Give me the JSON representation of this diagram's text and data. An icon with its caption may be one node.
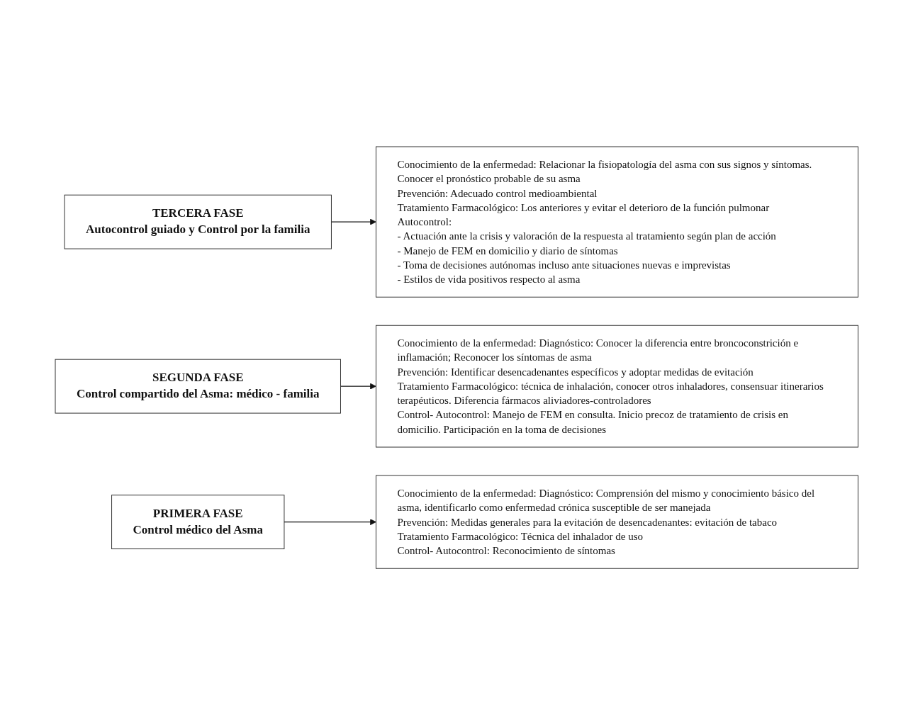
{
  "diagram": {
    "nodes": [
      {
        "text": [
          "TERCERA FASE",
          "Autocontrol guiado y Control por la familia"
        ]
      },
      {
        "text": [
          "Conocimiento de la enfermedad: Relacionar la fisiopatología del asma con sus signos y síntomas. Conocer el pronóstico probable de su asma",
          "Prevención: Adecuado control medioambiental",
          "Tratamiento Farmacológico: Los anteriores y evitar el deterioro de la función pulmonar",
          "Autocontrol:",
          "- Actuación ante la crisis y valoración de la respuesta al tratamiento según plan de acción",
          "- Manejo de FEM en domicilio y diario de síntomas",
          "- Toma de decisiones autónomas incluso ante situaciones nuevas e imprevistas",
          "- Estilos de vida positivos respecto al asma"
        ]
      },
      {
        "text": [
          "SEGUNDA FASE",
          "Control compartido del Asma: médico - familia"
        ]
      },
      {
        "text": [
          "Conocimiento de la enfermedad: Diagnóstico: Conocer la diferencia entre broncoconstrición e inflamación; Reconocer los síntomas de asma",
          "Prevención: Identificar desencadenantes específicos y adoptar medidas de evitación",
          "Tratamiento Farmacológico: técnica de inhalación, conocer otros inhaladores, consensuar itinerarios terapéuticos. Diferencia fármacos aliviadores-controladores",
          "Control- Autocontrol: Manejo de FEM en consulta. Inicio precoz de tratamiento de crisis en domicilio. Participación en la toma de decisiones"
        ]
      },
      {
        "text": [
          "PRIMERA FASE",
          "Control médico del Asma"
        ]
      },
      {
        "text": [
          "Conocimiento de la enfermedad: Diagnóstico: Comprensión del mismo y conocimiento básico del asma, identificarlo como enfermedad crónica susceptible de ser manejada",
          "Prevención: Medidas generales para la evitación de desencadenantes: evitación de tabaco",
          "Tratamiento Farmacológico: Técnica del inhalador de uso",
          "Control- Autocontrol: Reconocimiento de síntomas"
        ]
      }
    ],
    "edges": [
      {
        "from": 0,
        "to": 1,
        "arrow": "to"
      },
      {
        "from": 2,
        "to": 3,
        "arrow": "to"
      },
      {
        "from": 4,
        "to": 5,
        "arrow": "to"
      }
    ]
  }
}
